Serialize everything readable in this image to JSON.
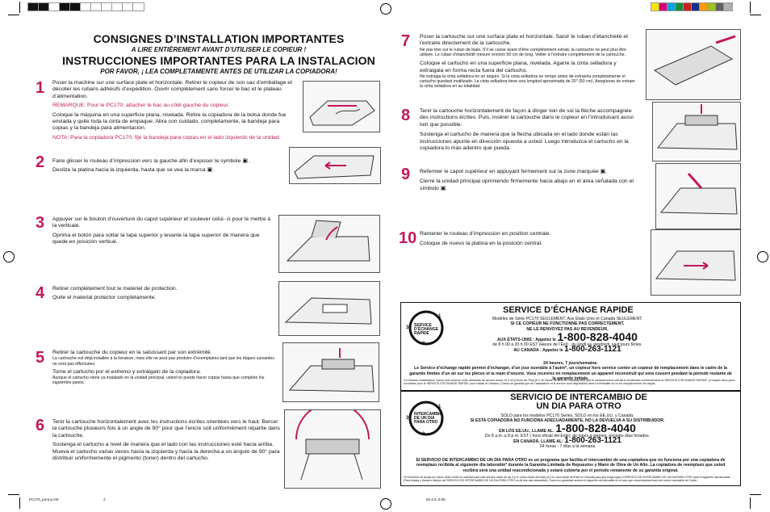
{
  "colors": {
    "accent": "#c2185b",
    "black": "#111111"
  },
  "swatches_left": [
    "#111111",
    "#111111",
    "#ffffff",
    "#111111",
    "#111111",
    "#ffffff",
    "#ffffff",
    "#ffffff",
    "#ffffff",
    "#ffffff",
    "#ffffff"
  ],
  "swatches_right": [
    "#ffe600",
    "#d4007a",
    "#00a0e0",
    "#1a8a3a",
    "#c82020",
    "#1a2f8a",
    "#ff9a00",
    "#a0c020",
    "#606060",
    "#b0b0b0"
  ],
  "heading": {
    "fr_title": "CONSIGNES D’INSTALLATION IMPORTANTES",
    "fr_sub": "A LIRE ENTIÈREMENT AVANT D’UTILISER LE COPIEUR !",
    "es_title": "INSTRUCCIONES IMPORTANTES PARA LA INSTALACION",
    "es_sub": "POR FAVOR, ¡ LEA COMPLETAMENTE ANTES DE UTILIZAR LA COPIADORA!"
  },
  "steps": {
    "s1": {
      "num": "1",
      "fr": "Poser la machine sur une surface plate et horizontale. Retirer le copieur de son sac d’emballage et décoller les rubans adhésifs d’expédition. Ouvrir complètement sans forcer le bac et le plateau d’alimentation.",
      "fr_note": "REMARQUE: Pour le PC170, attacher le bac au côté gauche du copieur.",
      "es": "Coloque la máquina en una superficie plana, nivelada. Retire la copiadora de la bolsa donde fue enviada y quite toda la cinta de empaque. Abra con cuidado, completamente, la bandeja para copias y la bandeja para alimentación.",
      "es_note": "NOTA: Para la copiadora PC170, fije la bandeja para copias en el lado izquierdo de la unidad."
    },
    "s2": {
      "num": "2",
      "fr": "Faire glisser le rouleau d’impression vers la gauche afin d’exposer le symbole",
      "es": "Deslize la platina hacia la izquierda, hasta que se vea la marca"
    },
    "s3": {
      "num": "3",
      "fr": "Appuyer sur le bouton d’ouverture du capot supérieur et soulever celui- ci pour le mettre à la verticale.",
      "es": "Oprima el botón para soltar la tapa superior y levante la tapa superior de manera que quede en posición vertical."
    },
    "s4": {
      "num": "4",
      "fr": "Retirer complètement tout le matériel de protection.",
      "es": "Quite el material protector completamente."
    },
    "s5": {
      "num": "5",
      "fr": "Retirer la cartouche du copieur en la saisissant par son extrémité.",
      "fr_small": "La cartouche est déjà installée à la livraison, mais elle ne peut pas produire d’exemplaires tant que les étapes suivantes ne sont pas effectuées.",
      "es": "Tome el cartucho por el extremo y extráigalo de la copiadora.",
      "es_small": "Aunque el cartucho viene ya instalado en la unidad principal, usted no puede hacer copias hasta que complete los siguientes pasos."
    },
    "s6": {
      "num": "6",
      "fr": "Tenir la cartouche horizontalement avec les instructions écrites orientées vers le haut. Bercer la cartouche plusieurs fois à un angle de 90° pour que l’encre soit uniformément répartie dans la cartouche.",
      "es": "Sostenga el cartucho a nivel de manera que el lado con las instrucciones esté hacia arriba. Mueva el cartucho varias veces hacia la izquierda y hacia la derecha a un ángulo de 90° para distribuir uniformemente el pigmento (toner) dentro del cartucho."
    },
    "s7": {
      "num": "7",
      "fr": "Poser la cartouche sur une surface plate et horizontale. Saisir le ruban d’étanchéité et l’extraire directement de la cartouche.",
      "fr_small": "Ne pas tirer sur le ruban de biais. S’il se casse avant d’être complètement extrait, la cartouche ne peut plus être utilisée. Le ruban d’étanchéité mesure environ 50 cm de long. Veiller à l’extraire complètement de la cartouche.",
      "es": "Coloque el cartucho en una superficie plana, nivelada. Agarre la cinta selladora y extraigala en forma recta fuera del cartucho.",
      "es_small": "No extraiga la cinta selladora en un ángulo. Si la cinta selladora se rompe antes de extraerla completamente el cartucho quedará inutilizado. La cinta selladora tiene una longitud aproximada de 20\" (50 cm). Asegúrese de extraer la cinta selladora en su totalidad."
    },
    "s8": {
      "num": "8",
      "fr": "Tenir la cartouche horizontalement de façon à dinger loin de soi la flèche accompagnée des instructions écrites. Puis, insérer la cartouche dans le copieur en l’introduisant aussi loin que possible.",
      "es": "Sostenga el cartucho de manera que la flecha ubicada en el lado donde están las instrucciones apunte en dirección opuesta a usted. Luego introduzca el cartucho en la copiadora lo más adentro que pueda."
    },
    "s9": {
      "num": "9",
      "fr": "Refermer le capot supérieur en appuyant fermement sur la zone marquée",
      "es": "Cierre la unidad principal oprimiendo firmemente hacia abajo en el área señalada con el símbolo"
    },
    "s10": {
      "num": "10",
      "fr": "Ramener le rouleau d’impression en position centrale.",
      "es": "Coloque de nuevo la platina en la posición central."
    }
  },
  "service_fr": {
    "heading": "SERVICE D’ÉCHANGE RAPIDE",
    "logo_text": "SERVICE D’ÉCHANGE RAPIDE",
    "logo_nums": [
      "1",
      "2",
      "3"
    ],
    "models": "Modèles de Série PC170 SEULEMENT. Aux États-Unis et Canada SEULEMENT.",
    "warn1": "SI CE COPIEUR NE FONCTIONNE PAS CORRECTEMENT,",
    "warn2": "NE LE RENVOYEZ PAS AU REVENDEUR.",
    "us_label": "AUX ÉTATS-UNIS : Appelez le",
    "us_phone": "1-800-828-4040",
    "us_hours": "de 8 h 00 à 20 h 00 EST (Heure de l’Est) ; du lundi au vendredi, sauf jours fériés.",
    "ca_label": "AU CANADA : Appelez le",
    "ca_phone": "1-800-263-1121",
    "ca_hours": "24 heures, 7 jours/semaine.",
    "body": "Le Service d’échange rapide permet d’échanger, d’un jour ouvrable à l’autre*, un copieur hors service contre un copieur de remplacement dans le cadre de la garantie limitée d’un an sur les pièces et la main d’oeuvre. Vous recevrez en remplacement un appareil reconstruit qui sera couvert pendant la période restante de la garantie initiale.",
    "footnote": "*Le Bureau d’assistance Canon doit recevoir votre demande de service avant 15 h 00 (Heure de l’Est) [9 h 00 Heure de l’Est au Canada] pour que le remplacement soit fait le lendemain conformément au SERVICE D’ÉCHANGE RAPIDE. (Compter deux jours ouvrables pour le SERVICE D’ÉCHANGE RAPIDE pour Hawaï et l’Alaska.) Canon se garantit que de l’assistance et le service sont disponibles dans l’éventualité où un tel remplacement est requis."
  },
  "service_es": {
    "heading1": "SERVICIO DE INTERCAMBIO DE",
    "heading2": "UN DIA PARA OTRO",
    "logo_text": "INTERCAMBIO DE UN DIA PARA OTRO",
    "logo_nums": [
      "1",
      "2",
      "3"
    ],
    "models": "SOLO para los modelos PC170 Series, SOLO en los EE.UU. y Canadá.",
    "warn": "SI ESTA COPIADORA NO FUNCIONA ADECUADAMENTE, NO LA DEVUELVA A SU DISTRIBUIDOR.",
    "us_label": "EN LOS EE.UU., LLAME AL:",
    "us_phone": "1-800-828-4040",
    "us_hours": "De 8 a.m. a 8 p.m. EST ( hora oficial del Este), de lunes a viernes, excepto días feriados.",
    "ca_label": "EN CANADÁ, LLAME AL:",
    "ca_phone": "1-800-263-1121",
    "ca_hours": "24 horas - 7 días a la semana",
    "body": "El SERVICIO DE INTERCAMBIO DE UN DIA PARA OTRO es un programa que facilita el intercambio de una copiadora que no funciona por una copiadora de reemplazo recibida al siguiente día laborable* durante la Garantía Limitada de Repuestos y Mano de Obra de Un Año. La copiadora de reemplazo que usted recibirá será una unidad reacondicionada y estará cubierta por el período remanente de su garantía original.",
    "footnote": "*El Escritorio de Ayuda de Canon debe recibir su solicitud para este servicio antes de las 3 p.m. (hora oficial del Este) [9 p.m. hora oficial del Este en Canadá] para que tenga lugar el SERVICIO DE INTERCAMBIO DE UN DIA PARA OTRO para el siguiente día laborable. (Para Alaska y Hawai el tiempo del SERVICIO DE INTERCAMBIO DE UN DIA PARA OTRO es de dos días laborables). Canon no garantiza servicio el siguiente día laborable en el caso que circunstancias fuera del control razonable de Canon."
  },
  "footer": {
    "left": "PC170_pora.p.m6",
    "page": "2",
    "date": "00.4.8, 9:06"
  }
}
